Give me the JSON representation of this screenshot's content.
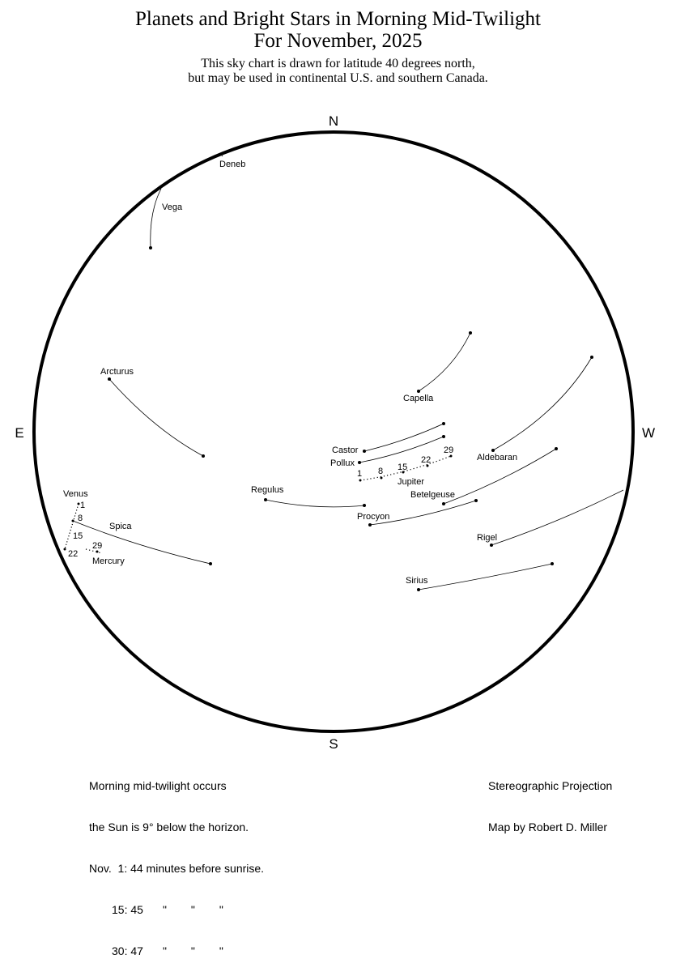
{
  "header": {
    "title_line1": "Planets and Bright Stars in Morning Mid-Twilight",
    "title_line2": "For November, 2025",
    "subtitle_line1": "This sky chart is drawn for latitude 40 degrees north,",
    "subtitle_line2": "but may be used in continental U.S. and southern Canada."
  },
  "directions": {
    "north": "N",
    "south": "S",
    "east": "E",
    "west": "W"
  },
  "stars": {
    "deneb": "Deneb",
    "vega": "Vega",
    "arcturus": "Arcturus",
    "capella": "Capella",
    "aldebaran": "Aldebaran",
    "castor": "Castor",
    "pollux": "Pollux",
    "regulus": "Regulus",
    "betelgeuse": "Betelgeuse",
    "procyon": "Procyon",
    "rigel": "Rigel",
    "sirius": "Sirius",
    "spica": "Spica"
  },
  "planets": {
    "jupiter": {
      "name": "Jupiter",
      "dates": [
        "1",
        "8",
        "15",
        "22",
        "29"
      ]
    },
    "venus": {
      "name": "Venus",
      "dates": [
        "1",
        "8",
        "15",
        "22"
      ]
    },
    "mercury": {
      "name": "Mercury",
      "dates": [
        "29"
      ]
    }
  },
  "notes_left": {
    "line1": "Morning mid-twilight occurs",
    "line2": "the Sun is 9° below the horizon.",
    "line3": "Nov.  1: 44 minutes before sunrise.",
    "row15_day": "15:",
    "row15_min": "45",
    "row30_day": "30:",
    "row30_min": "47",
    "ditto": "\""
  },
  "notes_right": {
    "line1": "Stereographic Projection",
    "line2": "Map by Robert D. Miller"
  }
}
